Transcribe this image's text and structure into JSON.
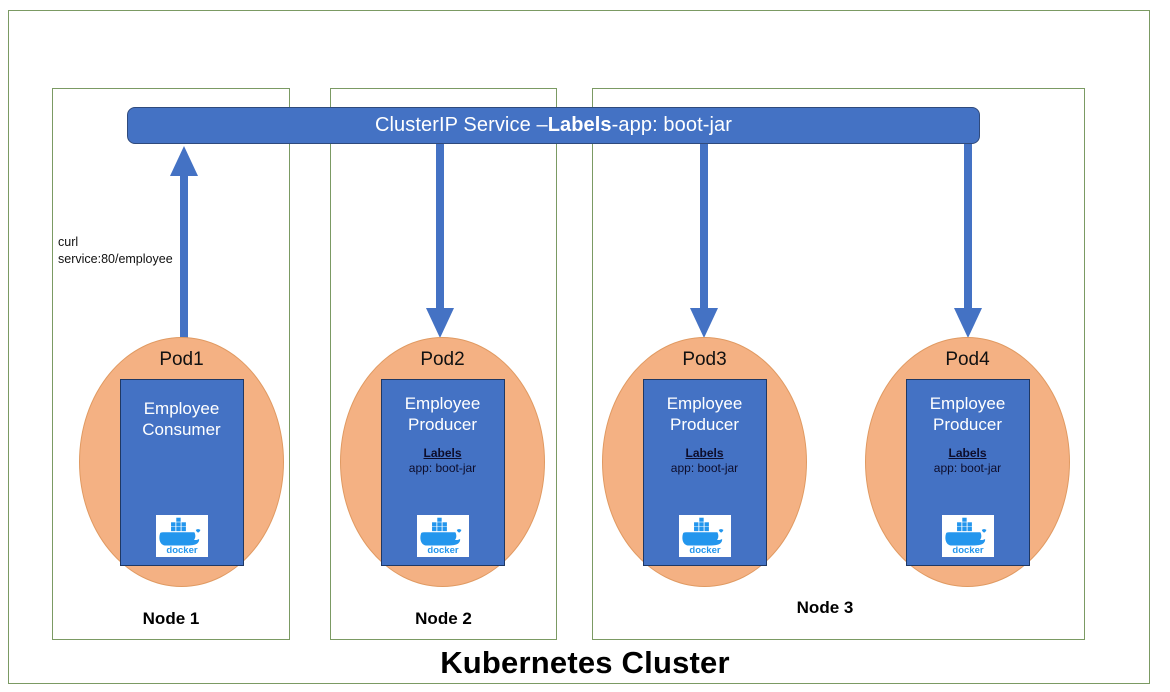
{
  "diagram": {
    "title": "Kubernetes Cluster",
    "colors": {
      "frame_border": "#7B9A63",
      "service_fill": "#4472C4",
      "pod_ellipse_fill": "#F4B183",
      "container_fill": "#4472C4",
      "arrow": "#4472C4",
      "docker_blue": "#2396ED"
    }
  },
  "service": {
    "prefix": "ClusterIP Service – ",
    "bold": "Labels",
    "suffix": "-app: boot-jar"
  },
  "annotation": {
    "line1": "curl",
    "line2": "service:80/employee"
  },
  "nodes": [
    {
      "caption": "Node 1"
    },
    {
      "caption": "Node 2"
    },
    {
      "caption": "Node 3"
    }
  ],
  "pods": [
    {
      "title": "Pod1",
      "app_line1": "Employee",
      "app_line2": "Consumer",
      "labels_heading": "",
      "labels_value": "",
      "has_labels": false,
      "arrow_direction": "up",
      "container_icon": "docker-icon",
      "docker_wordmark": "docker"
    },
    {
      "title": "Pod2",
      "app_line1": "Employee",
      "app_line2": "Producer",
      "labels_heading": "Labels",
      "labels_value": "app: boot-jar",
      "has_labels": true,
      "arrow_direction": "down",
      "container_icon": "docker-icon",
      "docker_wordmark": "docker"
    },
    {
      "title": "Pod3",
      "app_line1": "Employee",
      "app_line2": "Producer",
      "labels_heading": "Labels",
      "labels_value": "app: boot-jar",
      "has_labels": true,
      "arrow_direction": "down",
      "container_icon": "docker-icon",
      "docker_wordmark": "docker"
    },
    {
      "title": "Pod4",
      "app_line1": "Employee",
      "app_line2": "Producer",
      "labels_heading": "Labels",
      "labels_value": "app: boot-jar",
      "has_labels": true,
      "arrow_direction": "down",
      "container_icon": "docker-icon",
      "docker_wordmark": "docker"
    }
  ]
}
